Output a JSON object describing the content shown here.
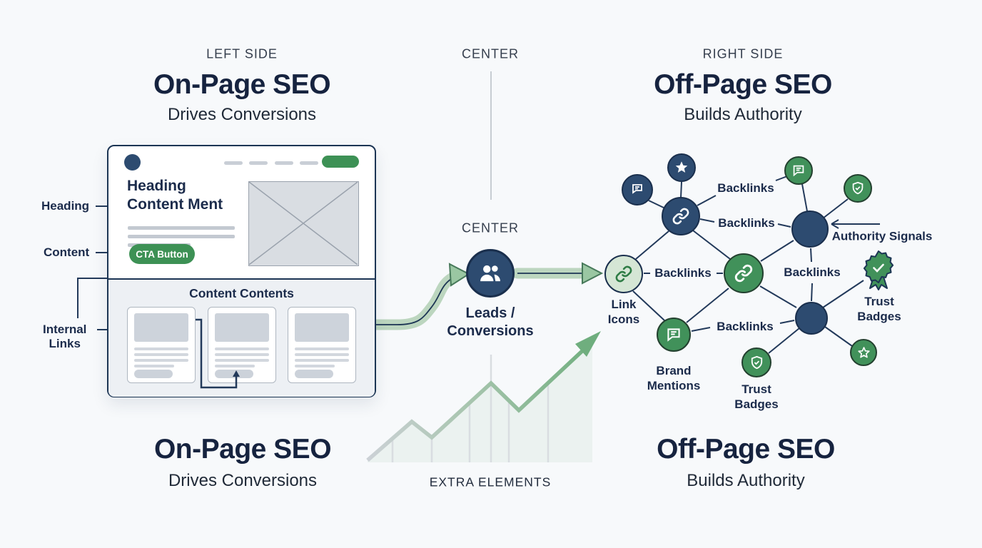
{
  "headers": {
    "left": {
      "eyebrow": "LEFT SIDE",
      "title": "On-Page SEO",
      "subtitle": "Drives Conversions"
    },
    "center": {
      "eyebrow": "CENTER"
    },
    "right": {
      "eyebrow": "RIGHT SIDE",
      "title": "Off-Page SEO",
      "subtitle": "Builds Authority"
    }
  },
  "browser": {
    "heading_line1": "Heading",
    "heading_line2": "Content Ment",
    "cta_label": "CTA Button",
    "section_title": "Content Contents"
  },
  "annotations": {
    "heading": "Heading",
    "content": "Content",
    "internal_line1": "Internal",
    "internal_line2": "Links"
  },
  "center": {
    "mid_label": "CENTER",
    "node_line1": "Leads /",
    "node_line2": "Conversions",
    "footer": "EXTRA ELEMENTS"
  },
  "network": {
    "backlinks": [
      "Backlinks",
      "Backlinks",
      "Backlinks",
      "Backlinks",
      "Backlinks"
    ],
    "link_icons_line1": "Link",
    "link_icons_line2": "Icons",
    "brand_line1": "Brand",
    "brand_line2": "Mentions",
    "trust_node_line1": "Trust",
    "trust_node_line2": "Badges",
    "trust_badge_line1": "Trust",
    "trust_badge_line2": "Badges",
    "authority": "Authority Signals"
  },
  "footers": {
    "left_title": "On-Page SEO",
    "left_subtitle": "Drives Conversions",
    "right_title": "Off-Page SEO",
    "right_subtitle": "Builds Authority"
  },
  "colors": {
    "background": "#f7f9fb",
    "navy": "#2d4b70",
    "green": "#3d9155",
    "accent_arrow": "#8cbf96"
  }
}
